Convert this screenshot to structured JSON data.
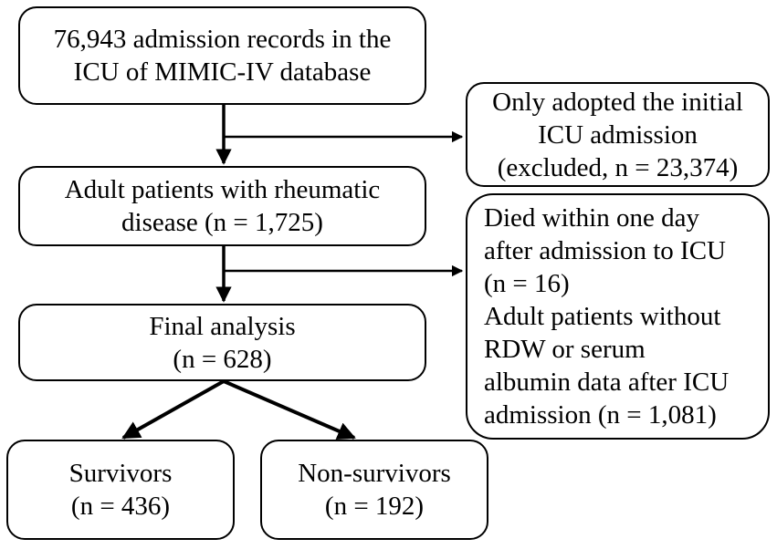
{
  "boxes": {
    "top": {
      "lines": [
        "76,943 admission records in the",
        "ICU of MIMIC-IV database"
      ]
    },
    "adult": {
      "lines": [
        "Adult patients with rheumatic",
        "disease  (n = 1,725)"
      ]
    },
    "final": {
      "lines": [
        "Final analysis",
        "(n = 628)"
      ]
    },
    "survivors": {
      "lines": [
        "Survivors",
        "(n = 436)"
      ]
    },
    "non_survivors": {
      "lines": [
        "Non-survivors",
        "(n = 192)"
      ]
    },
    "exclusion_1": {
      "lines": [
        "Only adopted the initial",
        "ICU admission",
        "(excluded, n = 23,374)"
      ]
    },
    "exclusion_2": {
      "lines": [
        "Died within one day",
        "after admission to ICU",
        "(n = 16)",
        "Adult patients without",
        "RDW or serum",
        "albumin data after ICU",
        "admission (n = 1,081)"
      ]
    }
  }
}
